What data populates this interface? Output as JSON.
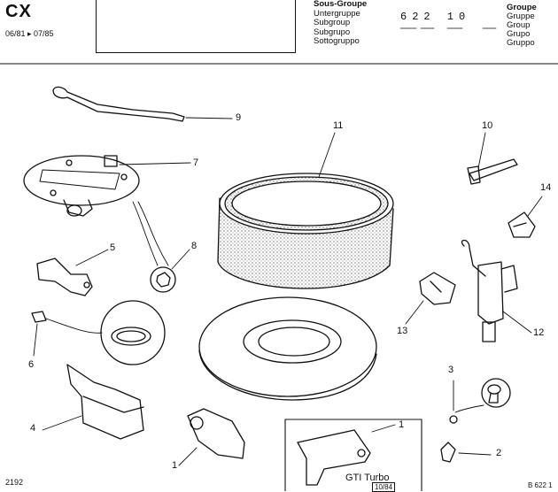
{
  "header": {
    "model": "CX",
    "dates": "06/81 ▸ 07/85",
    "subgroup_labels": [
      "Sous-Groupe",
      "Untergruppe",
      "Subgroup",
      "Subgrupo",
      "Sottogruppo"
    ],
    "code": "622 10",
    "group_labels": [
      "Groupe",
      "Gruppe",
      "Group",
      "Grupo",
      "Gruppo"
    ]
  },
  "callouts": {
    "c1": "1",
    "c2": "2",
    "c3": "3",
    "c4": "4",
    "c5": "5",
    "c6": "6",
    "c7": "7",
    "c8": "8",
    "c9": "9",
    "c10": "10",
    "c11": "11",
    "c12": "12",
    "c13": "13",
    "c14": "14",
    "inset1": "1"
  },
  "inset": {
    "label": "GTI  Turbo",
    "date": "10/84"
  },
  "footer": {
    "plate": "2192",
    "ref": "B 622 1"
  }
}
